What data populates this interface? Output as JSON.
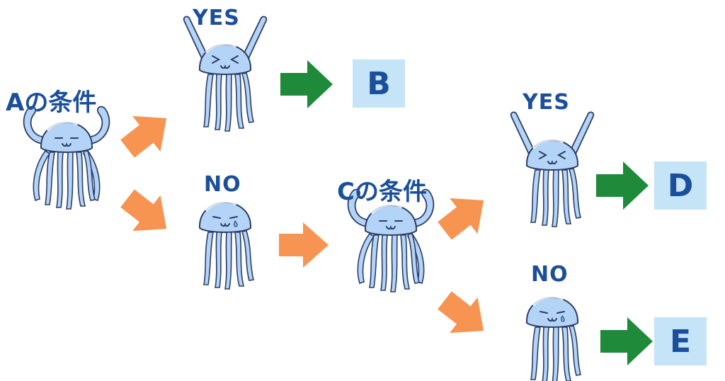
{
  "conditions": {
    "a": "Aの条件",
    "c": "Cの条件"
  },
  "answers": {
    "a_yes": "YES",
    "a_no": "NO",
    "c_yes": "YES",
    "c_no": "NO"
  },
  "outcomes": {
    "b": "B",
    "d": "D",
    "e": "E"
  },
  "colors": {
    "label_text": "#1b4f9c",
    "outcome_box": "#c5e4f8",
    "branch_arrow": "#f79452",
    "result_arrow": "#1e8a3a",
    "jellyfish_fill": "#b4d4f7",
    "jellyfish_outline": "#2c3e66"
  },
  "icons": {
    "thinking": "jellyfish-thinking-icon",
    "happy": "jellyfish-happy-icon",
    "sad": "jellyfish-sad-icon",
    "branch": "orange-arrow-icon",
    "result": "green-arrow-icon"
  }
}
